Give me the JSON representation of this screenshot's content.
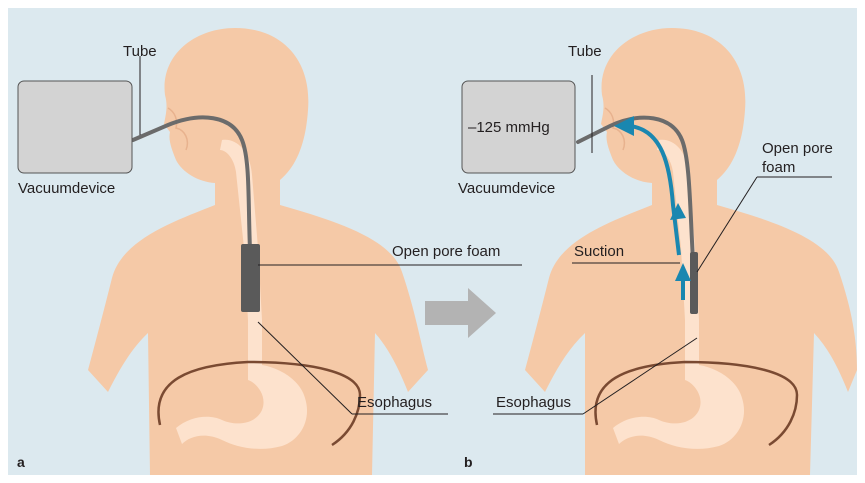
{
  "panels": {
    "a": {
      "letter": "a",
      "device_label": "Vacuumdevice",
      "tube_label": "Tube",
      "foam_label": "Open pore foam",
      "esophagus_label": "Esophagus"
    },
    "b": {
      "letter": "b",
      "device_label": "Vacuumdevice",
      "device_value": "–125 mmHg",
      "tube_label": "Tube",
      "foam_label_line1": "Open pore",
      "foam_label_line2": "foam",
      "suction_label": "Suction",
      "esophagus_label": "Esophagus"
    }
  },
  "colors": {
    "background": "#dce9ef",
    "skin": "#f5c9a7",
    "skin_light": "#fde2cd",
    "device": "#d3d3d3",
    "foam": "#5a5a5a",
    "tube": "#6b6b6b",
    "suction_arrow": "#1a87b0",
    "transition_arrow": "#b3b3b3",
    "outline": "#7a4a32"
  }
}
